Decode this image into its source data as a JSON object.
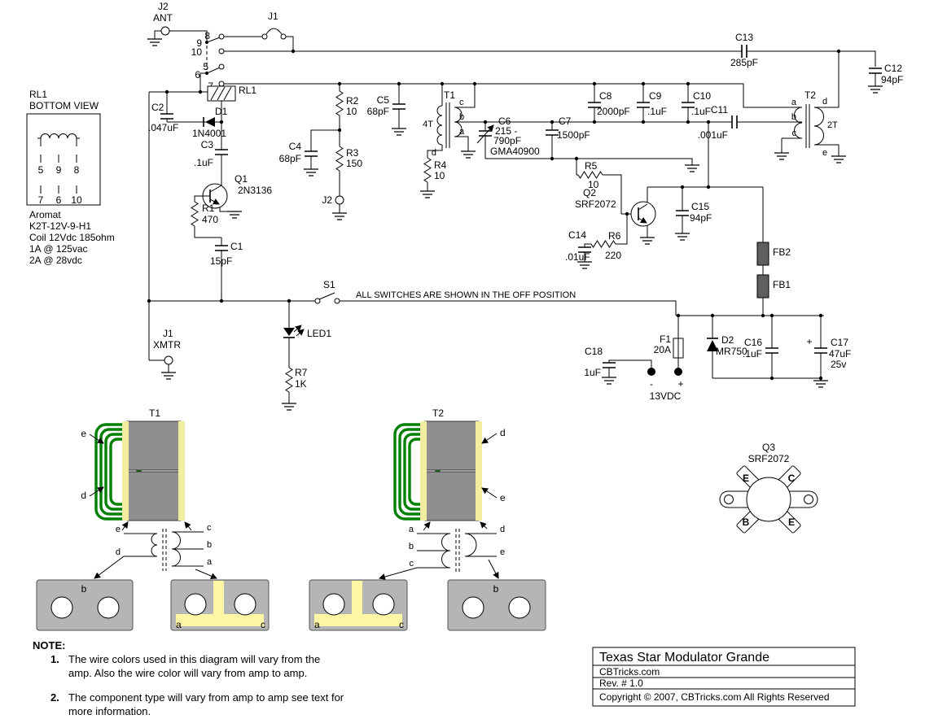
{
  "colors": {
    "coil_green": "#008000",
    "core_gray": "#8f8f8f",
    "bobbin_yellow": "#f3eda2",
    "board_gray": "#b5b5b5",
    "trace_yellow": "#fdf6a5",
    "bead_gray": "#5f5f5f"
  },
  "sch": {
    "j2ant": {
      "ref": "J2",
      "name": "ANT"
    },
    "j1": {
      "ref": "J1"
    },
    "pins": {
      "p5": "5",
      "p6": "6",
      "p7": "7",
      "p8": "8",
      "p9": "9",
      "p10": "10"
    },
    "rl1": {
      "ref": "RL1"
    },
    "c1": {
      "ref": "C1",
      "val": "15pF"
    },
    "c2": {
      "ref": "C2",
      "val": ".047uF"
    },
    "c3": {
      "ref": "C3",
      "val": ".1uF"
    },
    "c4": {
      "ref": "C4",
      "val": "68pF"
    },
    "c5": {
      "ref": "C5",
      "val": "68pF"
    },
    "c6": {
      "ref": "C6",
      "val1": "215 -",
      "val2": "790pF",
      "val3": "GMA40900"
    },
    "c7": {
      "ref": "C7",
      "val": "1500pF"
    },
    "c8": {
      "ref": "C8",
      "val": "2000pF"
    },
    "c9": {
      "ref": "C9",
      "val": ".1uF"
    },
    "c10": {
      "ref": "C10",
      "val": ".1uF"
    },
    "c11": {
      "ref": "C11",
      "val": ".001uF"
    },
    "c12": {
      "ref": "C12",
      "val": "94pF"
    },
    "c13": {
      "ref": "C13",
      "val": "285pF"
    },
    "c14": {
      "ref": "C14",
      "val": ".01uF"
    },
    "c15": {
      "ref": "C15",
      "val": "94pF"
    },
    "c16": {
      "ref": "C16",
      "val": ".1uF"
    },
    "c17": {
      "ref": "C17",
      "val": "47uF",
      "val2": "25v",
      "plus": "+"
    },
    "c18": {
      "ref": "C18",
      "val": "1uF"
    },
    "d1": {
      "ref": "D1",
      "val": "1N4001"
    },
    "d2": {
      "ref": "D2",
      "val": "MR750"
    },
    "q1": {
      "ref": "Q1",
      "val": "2N3136"
    },
    "q2": {
      "ref": "Q2",
      "val": "SRF2072"
    },
    "r1": {
      "ref": "R1",
      "val": "470"
    },
    "r2": {
      "ref": "R2",
      "val": "10"
    },
    "r3": {
      "ref": "R3",
      "val": "150"
    },
    "r4": {
      "ref": "R4",
      "val": "10"
    },
    "r5": {
      "ref": "R5",
      "val": "10"
    },
    "r6": {
      "ref": "R6",
      "val": "220"
    },
    "r7": {
      "ref": "R7",
      "val": "1K"
    },
    "t1": {
      "ref": "T1",
      "turns": "4T",
      "pa": "a",
      "pb": "b",
      "pc": "c",
      "pd": "d"
    },
    "t2": {
      "ref": "T2",
      "turns": "2T",
      "pa": "a",
      "pb": "b",
      "pc": "c",
      "pd": "d",
      "pe": "e"
    },
    "fb1": {
      "ref": "FB1"
    },
    "fb2": {
      "ref": "FB2"
    },
    "s1": {
      "ref": "S1"
    },
    "led1": {
      "ref": "LED1"
    },
    "j2b": {
      "ref": "J2"
    },
    "j1x": {
      "ref": "J1",
      "name": "XMTR"
    },
    "f1": {
      "ref": "F1",
      "val": "20A"
    },
    "supply": {
      "label": "13VDC",
      "plus": "+",
      "minus": "-"
    },
    "switch_note": "ALL SWITCHES ARE SHOWN IN THE OFF POSITION"
  },
  "relay_detail": {
    "title1": "RL1",
    "title2": "BOTTOM VIEW",
    "row1": [
      "5",
      "9",
      "8"
    ],
    "row2": [
      "7",
      "6",
      "10"
    ],
    "info1": "Aromat",
    "info2": "K2T-12V-9-H1",
    "info3": "Coil 12Vdc  185ohm",
    "info4": "1A @ 125vac",
    "info5": "2A @ 28vdc"
  },
  "assembly": {
    "t1": {
      "label": "T1",
      "top": "e",
      "bottom": "d"
    },
    "t2": {
      "label": "T2",
      "top": "d",
      "bottom": "e"
    },
    "t1diag": {
      "l1": "e",
      "l2": "d",
      "r1": "c",
      "r2": "b",
      "r3": "a"
    },
    "t2diag": {
      "l1": "a",
      "l2": "b",
      "l3": "c",
      "r1": "d",
      "r2": "e"
    },
    "board1": {
      "label": "b"
    },
    "board2": {
      "left": "a",
      "right": "c"
    },
    "board3": {
      "left": "a",
      "right": "c"
    },
    "board4": {
      "label": "b"
    },
    "q3": {
      "ref": "Q3",
      "val": "SRF2072",
      "tl": "E",
      "tr": "C",
      "bl": "B",
      "br": "E"
    }
  },
  "notes": {
    "heading": "NOTE:",
    "n1num": "1.",
    "n1a": "The wire colors used in this diagram will vary from the",
    "n1b": "amp. Also the wire color will vary from amp to amp.",
    "n2num": "2.",
    "n2a": "The component type will vary from amp to amp see text for",
    "n2b": "more information."
  },
  "title_block": {
    "title": "Texas Star  Modulator Grande",
    "site": "CBTricks.com",
    "rev": "Rev. # 1.0",
    "copyright": "Copyright © 2007, CBTricks.com All Rights Reserved"
  }
}
